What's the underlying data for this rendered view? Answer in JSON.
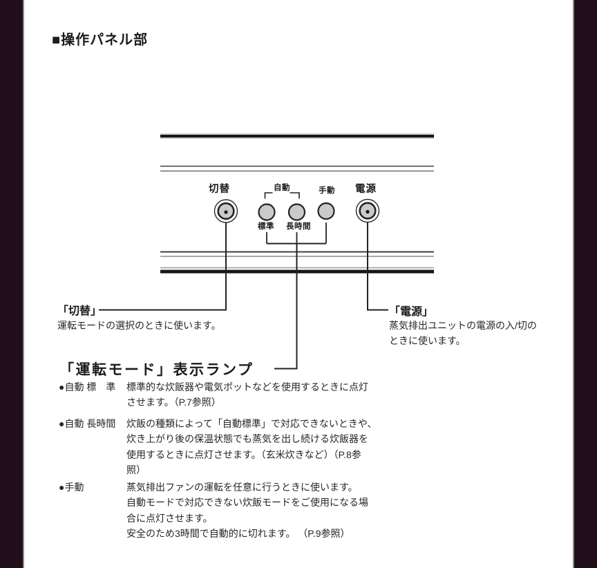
{
  "page": {
    "title": "■操作パネル部"
  },
  "panel": {
    "kirikae_label": "切替",
    "dengen_label": "電源",
    "auto_label": "自動",
    "manual_label": "手動",
    "standard_label": "標準",
    "longtime_label": "長時間"
  },
  "callouts": {
    "kirikae": {
      "title": "「切替」",
      "line1": "運転モードの選択のときに使います。"
    },
    "dengen": {
      "title": "「電源」",
      "line1": "蒸気排出ユニットの電源の入/切の",
      "line2": "ときに使います。"
    },
    "mode_lamp": {
      "title": "「運転モード」表示ランプ",
      "items": [
        {
          "term": "●自動 標　準",
          "lines": [
            "標準的な炊飯器や電気ポットなどを使用するときに点灯",
            "させます。（P.7参照）"
          ]
        },
        {
          "term": "●自動 長時間",
          "lines": [
            "炊飯の種類によって「自動標準」で対応できないときや、",
            "炊き上がり後の保温状態でも蒸気を出し続ける炊飯器を",
            "使用するときに点灯させます。（玄米炊きなど）（P.8参",
            "照）"
          ]
        },
        {
          "term": "●手動",
          "lines": [
            "蒸気排出ファンの運転を任意に行うときに使います。",
            "自動モードで対応できない炊飯モードをご使用になる場",
            "合に点灯させます。",
            "安全のため3時間で自動的に切れます。 （P.9参照）"
          ]
        }
      ]
    }
  },
  "colors": {
    "page_edge": "#200F1A",
    "lamp_fill": "#CACACA",
    "ink": "#1C1C1C"
  }
}
